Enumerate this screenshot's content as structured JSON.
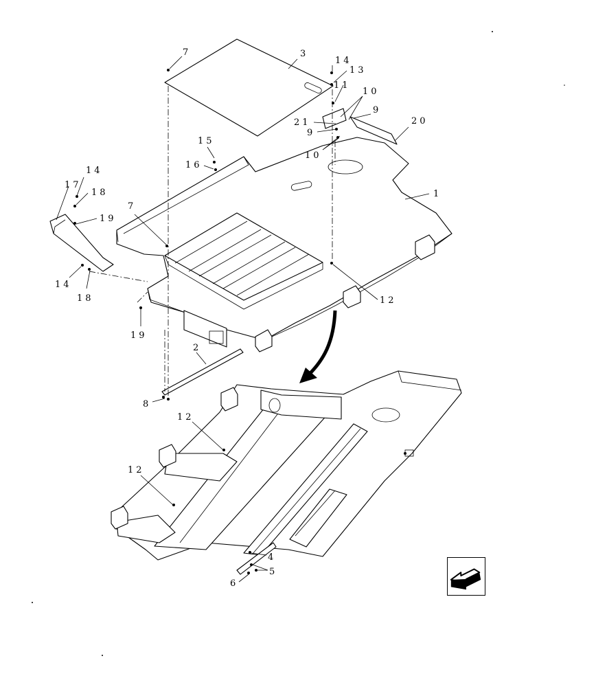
{
  "callouts": {
    "c1": "1",
    "c2": "2",
    "c3": "3",
    "c4": "4",
    "c5": "5",
    "c6": "6",
    "c7a": "7",
    "c7b": "7",
    "c8": "8",
    "c9a": "9",
    "c9b": "9",
    "c10a": "10",
    "c10b": "10",
    "c11": "11",
    "c12a": "12",
    "c12b": "12",
    "c12c": "12",
    "c13": "13",
    "c14a": "14",
    "c14b": "14",
    "c14c": "14",
    "c15": "15",
    "c16": "16",
    "c17": "17",
    "c18a": "18",
    "c18b": "18",
    "c19a": "19",
    "c19b": "19",
    "c20": "20",
    "c21": "21"
  },
  "icons": {
    "view_arrow": "view-direction-arrow-icon",
    "nav_arrow": "navigation-arrow-icon"
  },
  "colors": {
    "line": "#000000",
    "background": "#ffffff"
  }
}
